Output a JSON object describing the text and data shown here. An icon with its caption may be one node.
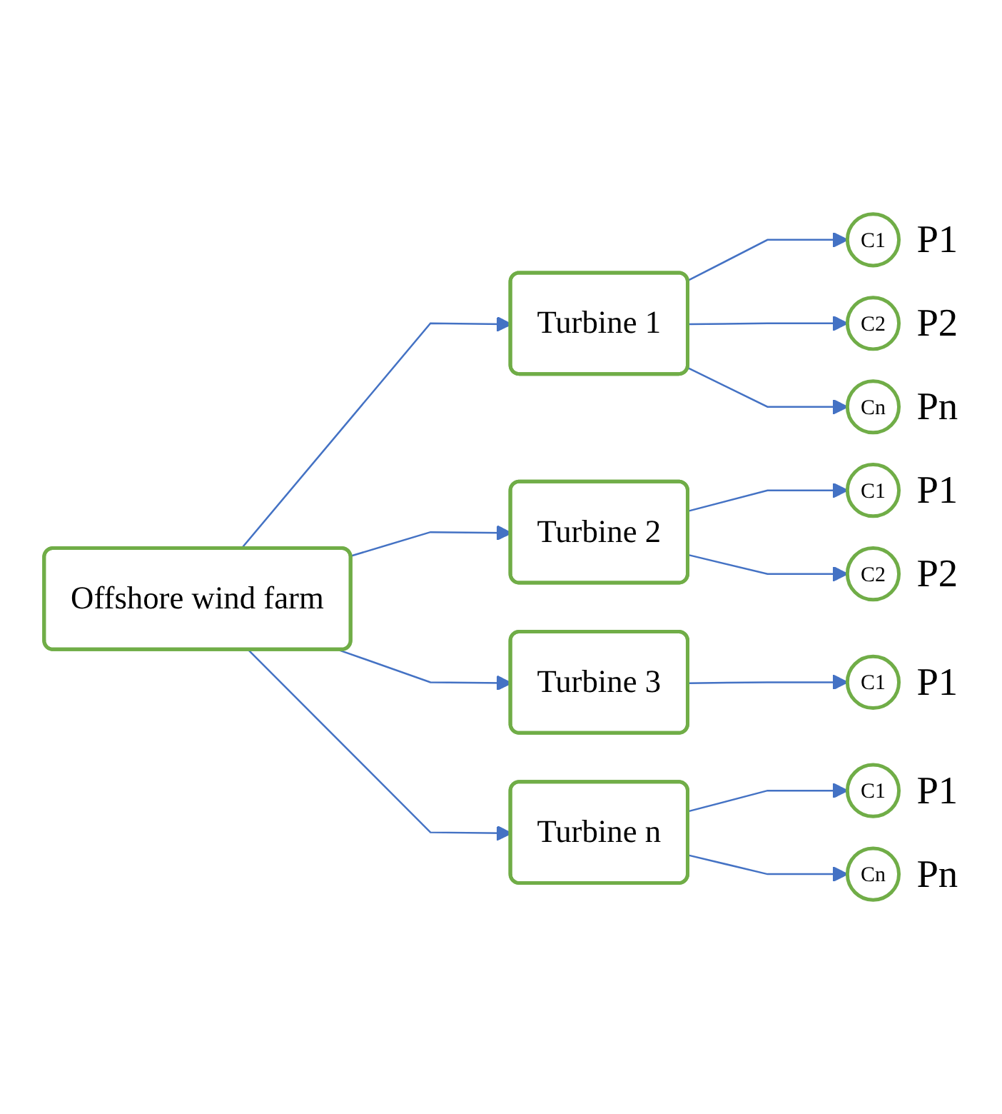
{
  "diagram": {
    "nodes": [
      {
        "text": [
          "Offshore wind farm"
        ]
      },
      {
        "text": [
          "Turbine 1"
        ]
      },
      {
        "text": [
          "C1"
        ],
        "beside": [
          "P1"
        ]
      },
      {
        "text": [
          "C2"
        ],
        "beside": [
          "P2"
        ]
      },
      {
        "text": [
          "Cn"
        ],
        "beside": [
          "Pn"
        ]
      },
      {
        "text": [
          "Turbine 2"
        ]
      },
      {
        "text": [
          "C1"
        ],
        "beside": [
          "P1"
        ]
      },
      {
        "text": [
          "C2"
        ],
        "beside": [
          "P2"
        ]
      },
      {
        "text": [
          "Turbine 3"
        ]
      },
      {
        "text": [
          "C1"
        ],
        "beside": [
          "P1"
        ]
      },
      {
        "text": [
          "Turbine n"
        ]
      },
      {
        "text": [
          "C1"
        ],
        "beside": [
          "P1"
        ]
      },
      {
        "text": [
          "Cn"
        ],
        "beside": [
          "Pn"
        ]
      }
    ],
    "edges": [
      {
        "from": 0,
        "to": 1,
        "arrow": "to"
      },
      {
        "from": 0,
        "to": 5,
        "arrow": "to"
      },
      {
        "from": 0,
        "to": 8,
        "arrow": "to"
      },
      {
        "from": 0,
        "to": 10,
        "arrow": "to"
      },
      {
        "from": 1,
        "to": 2,
        "arrow": "to"
      },
      {
        "from": 1,
        "to": 3,
        "arrow": "to"
      },
      {
        "from": 1,
        "to": 4,
        "arrow": "to"
      },
      {
        "from": 5,
        "to": 6,
        "arrow": "to"
      },
      {
        "from": 5,
        "to": 7,
        "arrow": "to"
      },
      {
        "from": 8,
        "to": 9,
        "arrow": "to"
      },
      {
        "from": 10,
        "to": 11,
        "arrow": "to"
      },
      {
        "from": 10,
        "to": 12,
        "arrow": "to"
      }
    ]
  }
}
